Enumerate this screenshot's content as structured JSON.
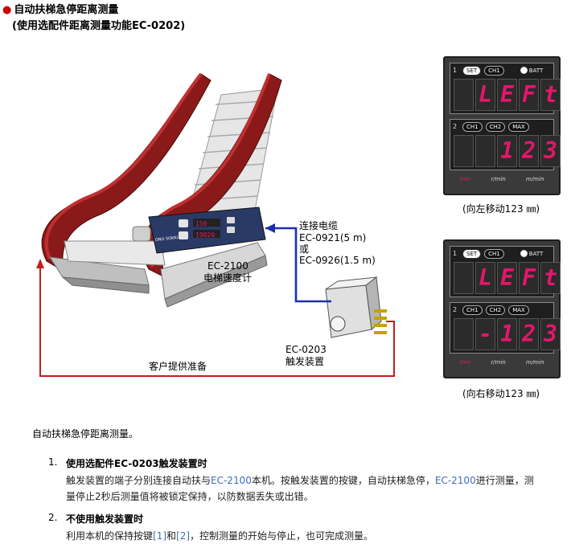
{
  "heading": {
    "title": "自动扶梯急停距离测量",
    "subtitle": "(使用选配件距离测量功能EC-0202)"
  },
  "diagram": {
    "cable_label": "连接电缆",
    "cable_option1": "EC-0921(5 m)",
    "cable_or": "或",
    "cable_option2": "EC-0926(1.5 m)",
    "meter_model": "EC-2100",
    "meter_name": "电梯速度计",
    "trigger_model": "EC-0203",
    "trigger_name": "触发装置",
    "customer_label": "客户提供准备",
    "meter_display_top": "150",
    "meter_display_bottom": "19020",
    "meter_brand": "ONO SOKKI"
  },
  "panels": [
    {
      "row1_num": "1",
      "row1_buttons": [
        "SET",
        "CH1"
      ],
      "batt_label": "BATT",
      "row1_digits": [
        "",
        "L",
        "E",
        "F",
        "t"
      ],
      "row2_num": "2",
      "row2_buttons": [
        "CH1",
        "CH2",
        "MAX"
      ],
      "row2_digits": [
        "",
        "",
        "1",
        "2",
        "3"
      ],
      "units": [
        "mm",
        "r/min",
        "m/min"
      ],
      "caption": "(向左移动123 ㎜)"
    },
    {
      "row1_num": "1",
      "row1_buttons": [
        "SET",
        "CH1"
      ],
      "batt_label": "BATT",
      "row1_digits": [
        "",
        "L",
        "E",
        "F",
        "t"
      ],
      "row2_num": "2",
      "row2_buttons": [
        "CH1",
        "CH2",
        "MAX"
      ],
      "row2_digits": [
        "",
        "-",
        "1",
        "2",
        "3"
      ],
      "units": [
        "mm",
        "r/min",
        "m/min"
      ],
      "caption": "(向右移动123 ㎜)"
    }
  ],
  "body": {
    "intro": "自动扶梯急停距离测量。",
    "items": [
      {
        "num": "1.",
        "title": "使用选配件EC-0203触发装置时",
        "desc_a": "触发装置的端子分别连接自动扶与",
        "desc_hl1": "EC-2100",
        "desc_b": "本机。按触发装置的按键，自动扶梯急停，",
        "desc_hl2": "EC-2100",
        "desc_c": "进行测量，测量停止2秒后测量值将被锁定保持，以防数据丢失或出错。"
      },
      {
        "num": "2.",
        "title": "不使用触发装置时",
        "desc_a": "利用本机的保持按键",
        "desc_hl1": "[1]",
        "desc_b": "和",
        "desc_hl2": "[2]",
        "desc_c": "，控制测量的开始与停止，也可完成测量。"
      }
    ]
  },
  "colors": {
    "accent_red": "#cc0000",
    "display_pink": "#e3176a",
    "cable_blue": "#1a2fb0",
    "cable_red": "#c41e1e",
    "link_blue": "#3a6dbf"
  }
}
